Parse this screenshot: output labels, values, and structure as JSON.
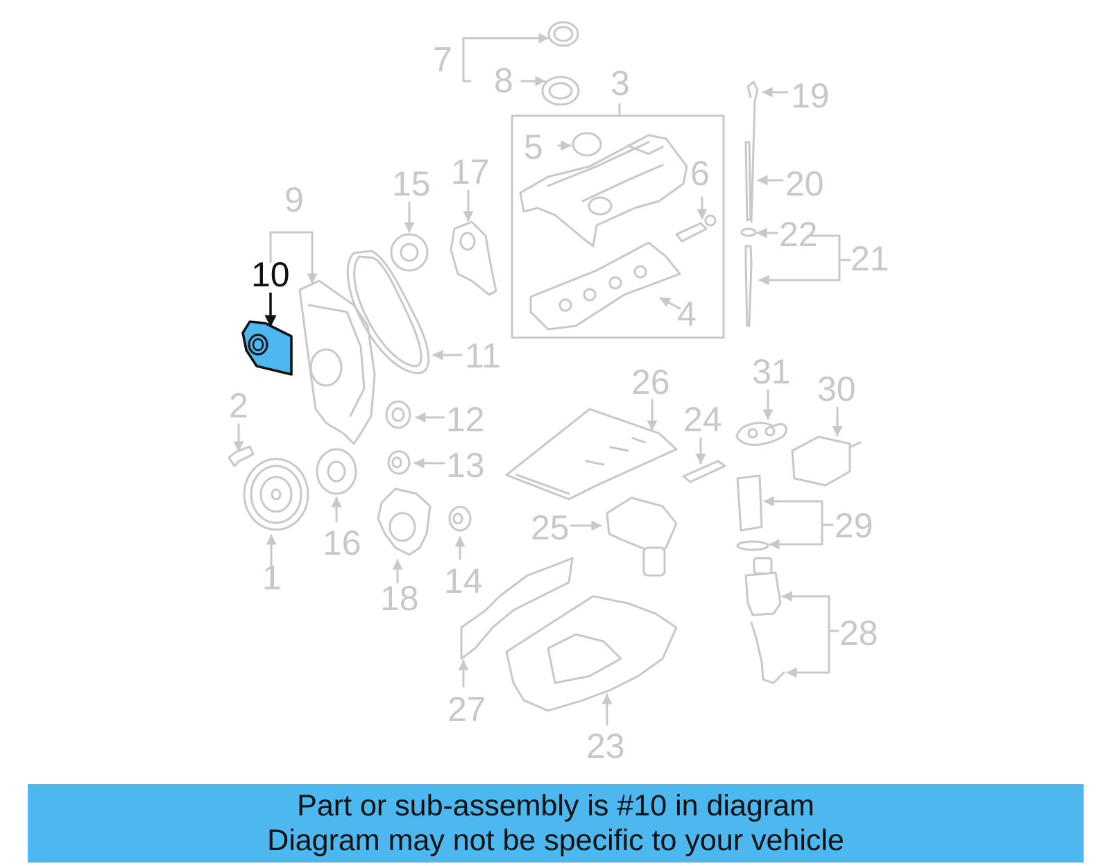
{
  "diagram": {
    "highlight_color": "#4db8f0",
    "highlighted_part": "10",
    "labels": {
      "l1": "1",
      "l2": "2",
      "l3": "3",
      "l4": "4",
      "l5": "5",
      "l6": "6",
      "l7": "7",
      "l8": "8",
      "l9": "9",
      "l10": "10",
      "l11": "11",
      "l12": "12",
      "l13": "13",
      "l14": "14",
      "l15": "15",
      "l16": "16",
      "l17": "17",
      "l18": "18",
      "l19": "19",
      "l20": "20",
      "l21": "21",
      "l22": "22",
      "l23": "23",
      "l24": "24",
      "l25": "25",
      "l26": "26",
      "l27": "27",
      "l28": "28",
      "l29": "29",
      "l30": "30",
      "l31": "31"
    }
  },
  "banner": {
    "line1": "Part or sub-assembly is #10 in diagram",
    "line2": "Diagram may not be specific to your vehicle",
    "background": "#4db8f0"
  }
}
